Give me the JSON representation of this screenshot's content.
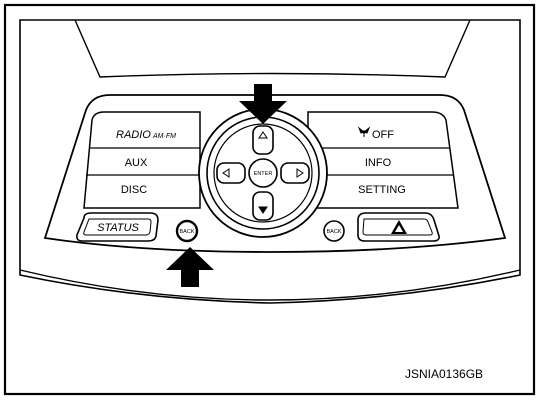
{
  "left_buttons": {
    "radio": "RADIO",
    "radio_sub": "AM·FM",
    "aux": "AUX",
    "disc": "DISC",
    "status": "STATUS"
  },
  "right_buttons": {
    "off": "OFF",
    "info": "INFO",
    "setting": "SETTING"
  },
  "center": {
    "enter": "ENTER"
  },
  "small_buttons": {
    "left": "BACK",
    "right": "BACK"
  },
  "figure_code": "JSNIA0136GB",
  "icons": {
    "arrows": [
      "up-arrow",
      "down-arrow",
      "left-arrow",
      "right-arrow"
    ],
    "callouts": [
      "callout-arrow-down",
      "callout-arrow-up"
    ],
    "hazard": "hazard-icon",
    "fan": "fan-icon"
  }
}
